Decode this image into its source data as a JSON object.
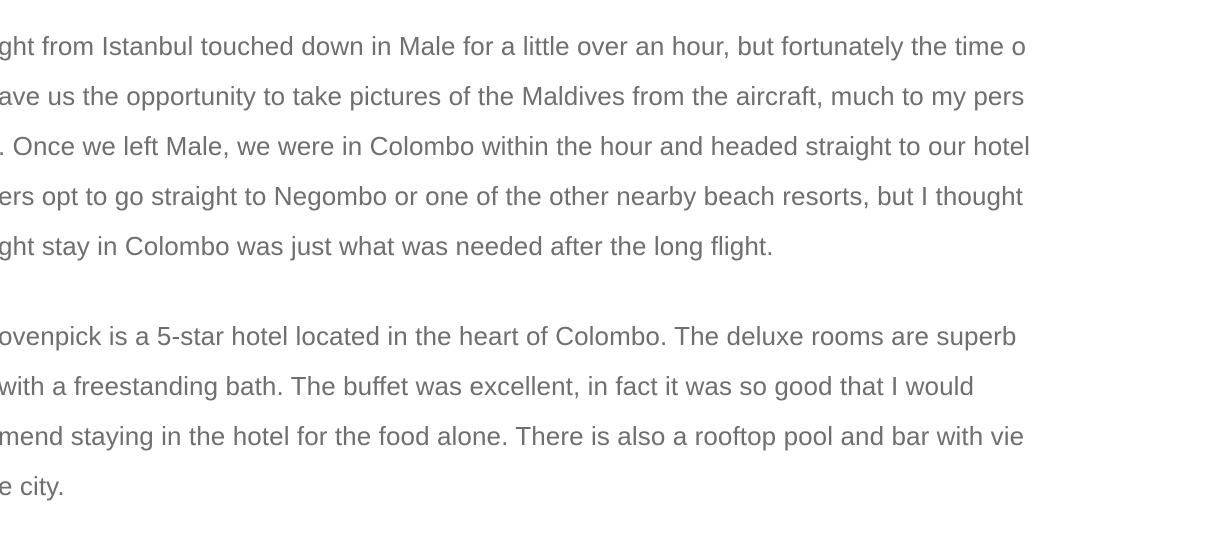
{
  "article": {
    "paragraphs": [
      {
        "lines": [
          "ght from Istanbul touched down in Male for a little over an hour, but fortunately the time o",
          "ave us the opportunity to take pictures of the Maldives from the aircraft, much to my pers",
          ". Once we left Male, we were in Colombo within the hour and headed straight to our hotel",
          "ers opt to go straight to Negombo or one of the other nearby beach resorts, but I thought",
          "ght stay in Colombo was just what was needed after the long flight."
        ]
      },
      {
        "lines": [
          "ovenpick is a 5-star hotel located in the heart of Colombo. The deluxe rooms are superb",
          "with a freestanding bath. The buffet was excellent, in fact it was so good that I would",
          "mend staying in the hotel for the food alone. There is also a rooftop pool and bar with vie",
          "e city."
        ]
      }
    ]
  }
}
